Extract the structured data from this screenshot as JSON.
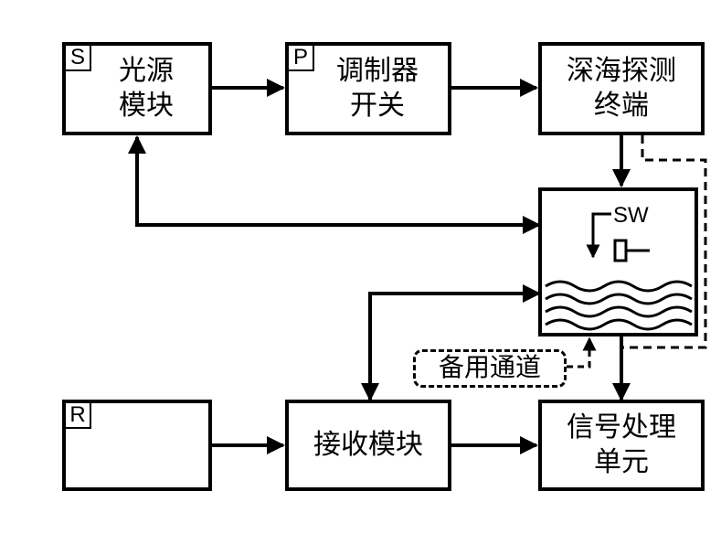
{
  "boxes": {
    "light_source": {
      "tag": "S",
      "label": "光源\n模块"
    },
    "modulator": {
      "tag": "P",
      "label": "调制器\n开关"
    },
    "deep_sea_terminal": {
      "label": "深海探测\n终端"
    },
    "receiver": {
      "tag": "R",
      "label": ""
    },
    "receive_module": {
      "label": "接收模块"
    },
    "signal_processing": {
      "label": "信号处理\n单元"
    }
  },
  "water_unit": {
    "switch_label": "SW"
  },
  "backup_channel": {
    "label": "备用通道"
  },
  "colors": {
    "ink": "#000000",
    "background": "#ffffff"
  }
}
